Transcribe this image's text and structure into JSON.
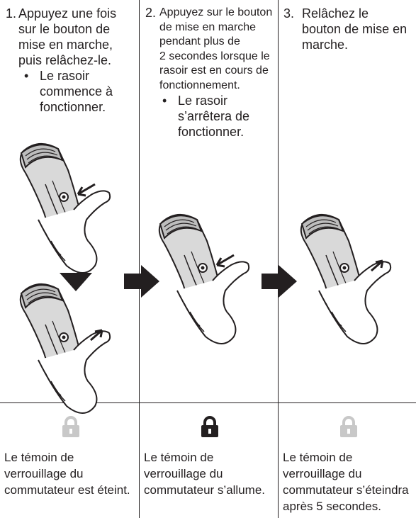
{
  "steps": [
    {
      "number": "1.",
      "lines": [
        "Appuyez une fois",
        "sur le bouton de",
        "mise en marche,",
        "puis relâchez-le."
      ],
      "bullet": "•",
      "bullet_lines": [
        "Le rasoir",
        "commence à",
        "fonctionner."
      ]
    },
    {
      "number": "2.",
      "lines": [
        "Appuyez sur le bouton",
        "de mise en marche",
        "pendant plus de",
        "2 secondes lorsque le",
        "rasoir est en cours de",
        "fonctionnement."
      ],
      "bullet": "•",
      "bullet_lines": [
        "Le rasoir",
        "s’arrêtera de",
        "fonctionner."
      ]
    },
    {
      "number": "3.",
      "lines": [
        "Relâchez le",
        "bouton de mise en",
        "marche."
      ]
    }
  ],
  "indicators": [
    {
      "state": "off",
      "icon": "lock-icon",
      "color": "#c8c8c8",
      "lines": [
        "Le témoin de",
        "verrouillage du",
        "commutateur est éteint."
      ]
    },
    {
      "state": "on",
      "icon": "lock-icon",
      "color": "#231f20",
      "lines": [
        "Le témoin de",
        "verrouillage du",
        "commutateur s’allume."
      ]
    },
    {
      "state": "off",
      "icon": "lock-icon",
      "color": "#c8c8c8",
      "lines": [
        "Le témoin de",
        "verrouillage du",
        "commutateur s’éteindra",
        "après 5 secondes."
      ]
    }
  ]
}
